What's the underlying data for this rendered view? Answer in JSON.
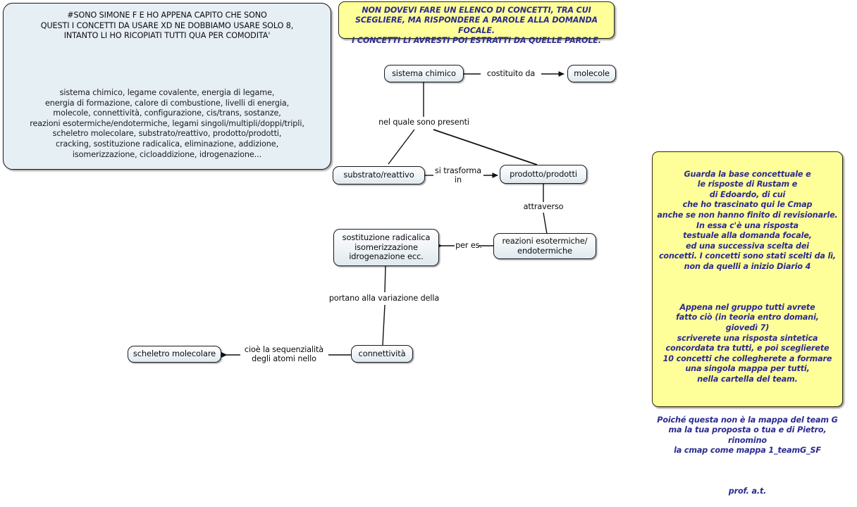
{
  "concepts_panel": {
    "title": "#SONO SIMONE F E HO APPENA CAPITO CHE SONO\nQUESTI I CONCETTI DA USARE XD NE DOBBIAMO USARE SOLO 8,\nINTANTO LI HO RICOPIATI TUTTI QUA PER COMODITA'",
    "body": "sistema chimico, legame covalente, energia di legame,\nenergia di formazione, calore di combustione, livelli di energia,\nmolecole, connettività, configurazione, cis/trans,  sostanze,\nreazioni esotermiche/endotermiche, legami singoli/multipli/doppi/tripli,\nscheletro molecolare, substrato/reattivo, prodotto/prodotti,\ncracking, sostituzione radicalica, eliminazione, addizione,\nisomerizzazione, cicloaddizione, idrogenazione..."
  },
  "note_top": {
    "text": "NON DOVEVI FARE UN ELENCO DI CONCETTI, TRA CUI\nSCEGLIERE, MA RISPONDERE A PAROLE ALLA DOMANDA FOCALE.\nI CONCETTI LI AVRESTI POI ESTRATTI DA QUELLE PAROLE."
  },
  "note_side": {
    "para1": "Guarda la base concettuale e\nle risposte di Rustam e\ndi Edoardo, di cui\nche ho trascinato qui le Cmap\nanche se non hanno finito di revisionarle.\nIn essa c'è una risposta\ntestuale alla domanda focale,\ned una successiva scelta dei\nconcetti. I concetti sono stati scelti da lì,\nnon da quelli a inizio Diario 4",
    "para2": "Appena nel gruppo tutti avrete\nfatto ciò (in teoria entro domani,\ngiovedì 7)\nscriverete una risposta sintetica\nconcordata tra tutti, e poi sceglierete\n10 concetti che collegherete a formare\nuna singola mappa per tutti,\nnella cartella del team.",
    "para3": "Poiché questa non è la mappa del team G\nma la tua proposta o tua e di Pietro, rinomino\nla cmap come mappa 1_teamG_SF",
    "para4": "prof. a.t."
  },
  "map": {
    "nodes": [
      {
        "id": "sistema-chimico",
        "label": "sistema chimico"
      },
      {
        "id": "molecole",
        "label": "molecole"
      },
      {
        "id": "substrato-reattivo",
        "label": "substrato/reattivo"
      },
      {
        "id": "prodotto-prodotti",
        "label": "prodotto/prodotti"
      },
      {
        "id": "reazioni",
        "label": "reazioni esotermiche/\nendotermiche"
      },
      {
        "id": "sostituzione",
        "label": "sostituzione radicalica\nisomerizzazione\nidrogenazione ecc."
      },
      {
        "id": "connettivita",
        "label": "connettività"
      },
      {
        "id": "scheletro-molecolare",
        "label": "scheletro molecolare"
      }
    ],
    "link_labels": [
      {
        "id": "costituito-da",
        "label": "costituito da"
      },
      {
        "id": "nel-quale-sono-presenti",
        "label": "nel quale sono presenti"
      },
      {
        "id": "si-trasforma-in",
        "label": "si trasforma\nin"
      },
      {
        "id": "attraverso",
        "label": "attraverso"
      },
      {
        "id": "per-es",
        "label": "per es."
      },
      {
        "id": "portano-alla-variazione",
        "label": "portano alla variazione della"
      },
      {
        "id": "cioe-la-sequenzialita",
        "label": "cioè la sequenzialità\ndegli atomi nello"
      }
    ]
  },
  "colors": {
    "node_border": "#1a1a1f",
    "node_fill": "#e9f1f5",
    "note_fill": "#ffff99",
    "note_text": "#2b2b8f",
    "panel_fill": "#e6eff3",
    "link_stroke": "#111111",
    "page_background": "#ffffff"
  }
}
